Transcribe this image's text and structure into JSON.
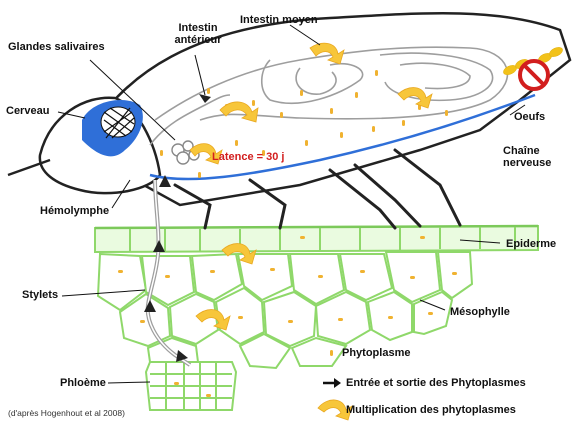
{
  "labels": {
    "glandes": "Glandes salivaires",
    "intestin_ant_1": "Intestin",
    "intestin_ant_2": "antérieur",
    "intestin_moyen": "Intestin moyen",
    "cerveau": "Cerveau",
    "oeufs": "Oeufs",
    "latence": "Latence = 30 j",
    "chaine_1": "Chaîne",
    "chaine_2": "nerveuse",
    "hemolymphe": "Hémolymphe",
    "epiderme": "Epiderme",
    "stylets": "Stylets",
    "mesophylle": "Mésophylle",
    "phloeme": "Phloème"
  },
  "legend": {
    "phytoplasme": "Phytoplasme",
    "entree_sortie": "Entrée et sortie des Phytoplasmes",
    "multiplication": "Multiplication des phytoplasmes"
  },
  "credit": "(d'après Hogenhout et al 2008)",
  "colors": {
    "cell_outline": "#8fd86a",
    "epiderm_fill": "#eafbe0",
    "phytoplasma": "#f0b230",
    "nerve_cord": "#2f6fd8",
    "brain": "#2f6fd8",
    "latency_text": "#d21e1e",
    "forbidden_sign": "#d21e1e",
    "eggs": "#f2c21a"
  }
}
